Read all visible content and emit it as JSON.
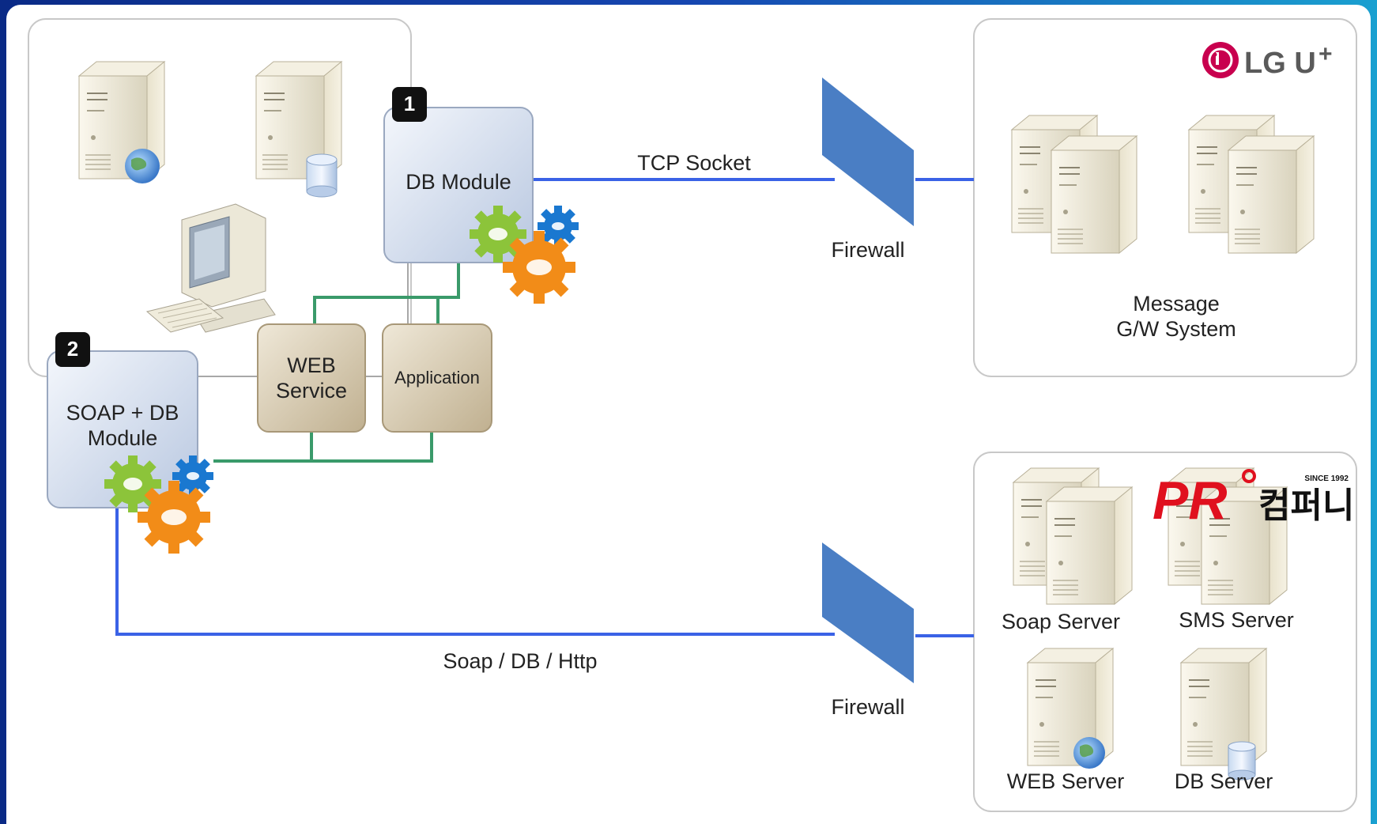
{
  "modules": {
    "db_module": {
      "badge": "1",
      "label": "DB Module"
    },
    "soap_db_module": {
      "badge": "2",
      "label_line1": "SOAP + DB",
      "label_line2": "Module"
    },
    "web_service": {
      "label_line1": "WEB",
      "label_line2": "Service"
    },
    "application": {
      "label": "Application"
    }
  },
  "connections": {
    "tcp_socket": "TCP Socket",
    "soap_db_http": "Soap / DB / Http",
    "firewall_top": "Firewall",
    "firewall_bottom": "Firewall"
  },
  "lg_panel": {
    "logo_text": "LG U",
    "logo_sup": "+",
    "system_line1": "Message",
    "system_line2": "G/W System"
  },
  "pr_panel": {
    "logo_text": "PR",
    "logo_korean": "컴퍼니",
    "logo_since": "SINCE 1992",
    "servers": [
      "Soap Server",
      "SMS Server",
      "WEB Server",
      "DB Server"
    ]
  },
  "colors": {
    "blue_line": "#3a62e6",
    "green_line": "#3a9a6a",
    "firewall": "#4a7ec4",
    "lg_red": "#c8004e",
    "pr_red": "#e0101e"
  }
}
